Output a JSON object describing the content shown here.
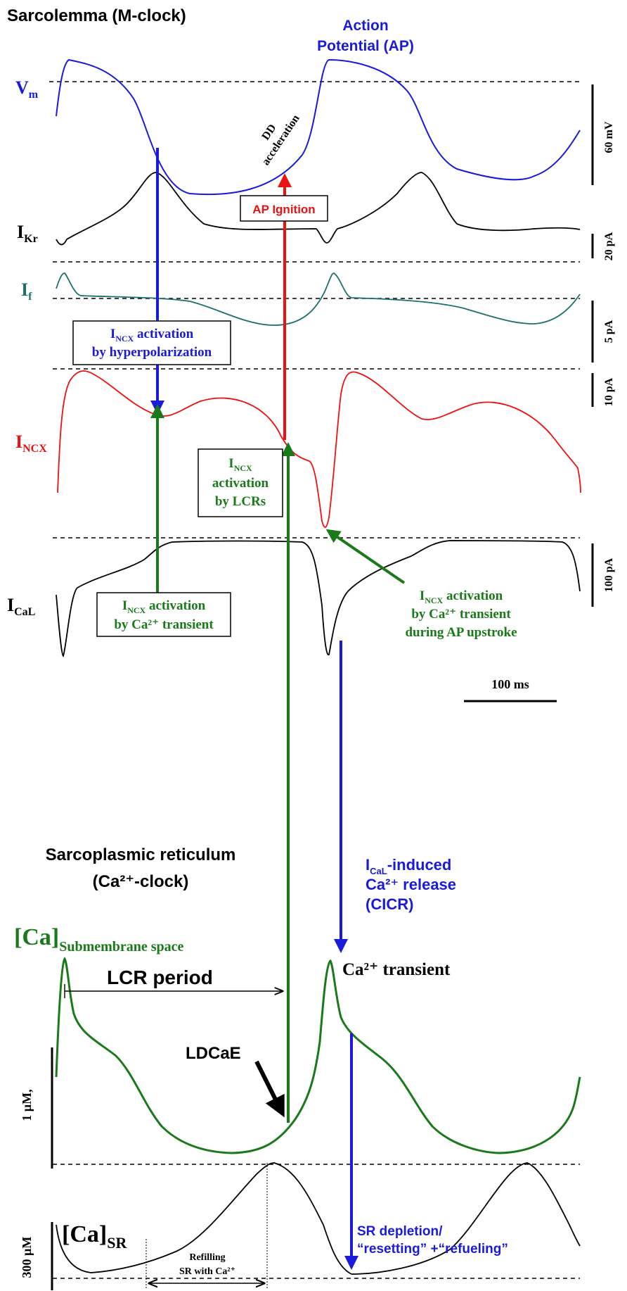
{
  "colors": {
    "blue": "#1a1adc",
    "red": "#ee1111",
    "green": "#1a7a1a",
    "teal": "#1a6f6f",
    "black": "#000000"
  },
  "headers": {
    "sarcolemma": "Sarcolemma (M-clock)",
    "sr": "Sarcoplasmic reticulum",
    "sr2": "(Ca²⁺-clock)"
  },
  "ap_label": {
    "line1": "Action",
    "line2": "Potential (AP)"
  },
  "traces": {
    "vm": {
      "base": "V",
      "sub": "m"
    },
    "ikr": {
      "base": "I",
      "sub": "Kr"
    },
    "if": {
      "base": "I",
      "sub": "f"
    },
    "incx": {
      "base": "I",
      "sub": "NCX"
    },
    "ical": {
      "base": "I",
      "sub": "CaL"
    },
    "ca_sub": {
      "base": "[Ca]",
      "sub": "Submembrane space"
    },
    "ca_sr": {
      "base": "[Ca]",
      "sub": "SR"
    }
  },
  "scale_bars": {
    "vm": "60 mV",
    "ikr": "20 pA",
    "if": "5 pA",
    "incx": "10 pA",
    "ical": "100 pA",
    "time": "100 ms",
    "ca_sub": "1 µM,",
    "ca_sr": "300 µM"
  },
  "annotations": {
    "dd_1": "DD",
    "dd_2": "acceleration",
    "ap_ignition": "AP Ignition",
    "hyper_1_base": "I",
    "hyper_1_sub": "NCX",
    "hyper_1_rest": " activation",
    "hyper_2": "by hyperpolarization",
    "lcr_1_base": "I",
    "lcr_1_sub": "NCX",
    "lcr_2": "activation",
    "lcr_3": "by LCRs",
    "catr_1_base": "I",
    "catr_1_sub": "NCX",
    "catr_1_rest": " activation",
    "catr_2": "by Ca²⁺ transient",
    "upstroke_1_base": "I",
    "upstroke_1_sub": "NCX",
    "upstroke_1_rest": " activation",
    "upstroke_2": "by Ca²⁺ transient",
    "upstroke_3": "during AP upstroke",
    "cicr_1_base": "I",
    "cicr_1_sub": "CaL",
    "cicr_1_rest": "-induced",
    "cicr_2": "Ca²⁺ release",
    "cicr_3": "(CICR)",
    "ca_transient": "Ca²⁺ transient",
    "lcr_period": "LCR period",
    "ldcae": "LDCaE",
    "sr_dep_1": "SR depletion/",
    "sr_dep_2": "“resetting” +“refueling”",
    "refill_1": "Refilling",
    "refill_2": "SR with Ca²⁺"
  }
}
